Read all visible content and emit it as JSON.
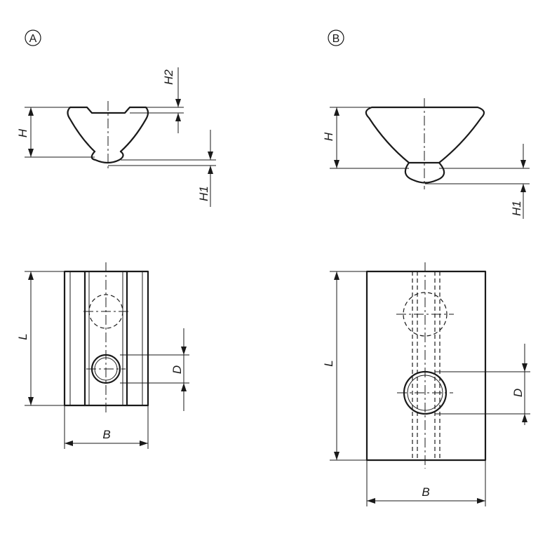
{
  "variants": {
    "a": {
      "tag": "A"
    },
    "b": {
      "tag": "B"
    }
  },
  "dimensions": {
    "H": "H",
    "H1": "H1",
    "H2": "H2",
    "L": "L",
    "D": "D",
    "B": "B"
  }
}
